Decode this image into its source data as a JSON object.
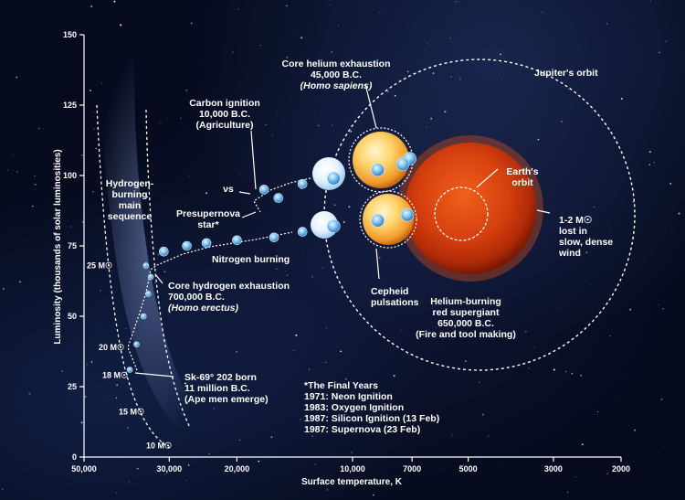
{
  "chart_data": {
    "type": "scatter",
    "title": "",
    "xlabel": "Surface temperature, K",
    "ylabel": "Luminosity (thousands of solar luminosities)",
    "x_scale": "log",
    "x_reversed": true,
    "xlim": [
      50000,
      2000
    ],
    "ylim": [
      0,
      150
    ],
    "x_ticks": [
      50000,
      30000,
      20000,
      10000,
      7000,
      5000,
      3000,
      2000
    ],
    "x_tick_labels": [
      "50,000",
      "30,000",
      "20,000",
      "10,000",
      "7000",
      "5000",
      "3000",
      "2000"
    ],
    "y_ticks": [
      0,
      25,
      50,
      75,
      100,
      125,
      150
    ],
    "y_tick_labels": [
      "0",
      "25",
      "50",
      "75",
      "100",
      "125",
      "150"
    ],
    "grid": false,
    "series": [
      {
        "name": "",
        "points": [
          {
            "x": 38000,
            "y": 31
          },
          {
            "x": 36500,
            "y": 40
          },
          {
            "x": 35000,
            "y": 50
          },
          {
            "x": 34000,
            "y": 58
          },
          {
            "x": 33500,
            "y": 64
          },
          {
            "x": 34500,
            "y": 68
          },
          {
            "x": 31000,
            "y": 73
          },
          {
            "x": 27000,
            "y": 75
          },
          {
            "x": 24000,
            "y": 76
          },
          {
            "x": 20000,
            "y": 77
          },
          {
            "x": 16000,
            "y": 78
          },
          {
            "x": 13500,
            "y": 80
          },
          {
            "x": 11200,
            "y": 82
          },
          {
            "x": 8600,
            "y": 84
          },
          {
            "x": 7200,
            "y": 86
          },
          {
            "x": 11200,
            "y": 99
          },
          {
            "x": 13500,
            "y": 97
          },
          {
            "x": 15600,
            "y": 92
          },
          {
            "x": 17000,
            "y": 95
          },
          {
            "x": 8600,
            "y": 102
          },
          {
            "x": 7100,
            "y": 106
          },
          {
            "x": 7400,
            "y": 104
          }
        ]
      }
    ],
    "track_markers": [
      {
        "label": "25 M☉",
        "y": 68
      },
      {
        "label": "20 M☉",
        "y": 39
      },
      {
        "label": "18 M☉",
        "y": 29
      },
      {
        "label": "15 M☉",
        "y": 16
      },
      {
        "label": "10 M☉",
        "y": 4
      }
    ],
    "annotations": [
      {
        "id": "hydrogen",
        "lines": [
          "Hydrogen-",
          "burning",
          "main",
          "sequence"
        ]
      },
      {
        "id": "core_helium",
        "lines": [
          "Core helium exhaustion",
          "45,000 B.C.",
          "(Homo sapiens)"
        ],
        "italic_line": 2
      },
      {
        "id": "carbon",
        "lines": [
          "Carbon ignition",
          "10,000 B.C.",
          "(Agriculture)"
        ]
      },
      {
        "id": "jupiter",
        "lines": [
          "Jupiter's orbit"
        ]
      },
      {
        "id": "earth",
        "lines": [
          "Earth's",
          "orbit"
        ]
      },
      {
        "id": "mass_loss",
        "lines": [
          "1-2 M☉",
          "lost in",
          "slow, dense",
          "wind"
        ]
      },
      {
        "id": "vs",
        "lines": [
          "νs"
        ]
      },
      {
        "id": "presupernova",
        "lines": [
          "Presupernova",
          "star*"
        ]
      },
      {
        "id": "nitrogen",
        "lines": [
          "Nitrogen burning"
        ]
      },
      {
        "id": "core_hydrogen",
        "lines": [
          "Core hydrogen exhaustion",
          "700,000 B.C.",
          "(Homo erectus)"
        ],
        "italic_line": 2
      },
      {
        "id": "cepheid",
        "lines": [
          "Cepheid",
          "pulsations"
        ]
      },
      {
        "id": "red_supergiant",
        "lines": [
          "Helium-burning",
          "red supergiant",
          "650,000 B.C.",
          "(Fire and tool making)"
        ]
      },
      {
        "id": "sk_born",
        "lines": [
          "Sk-69° 202 born",
          "11 million B.C.",
          "(Ape men emerge)"
        ]
      },
      {
        "id": "final_years",
        "lines": [
          "*The Final Years",
          "1971: Neon Ignition",
          "1983: Oxygen Ignition",
          "1987: Silicon Ignition (13 Feb)",
          "1987: Supernova (23 Feb)"
        ]
      }
    ]
  }
}
